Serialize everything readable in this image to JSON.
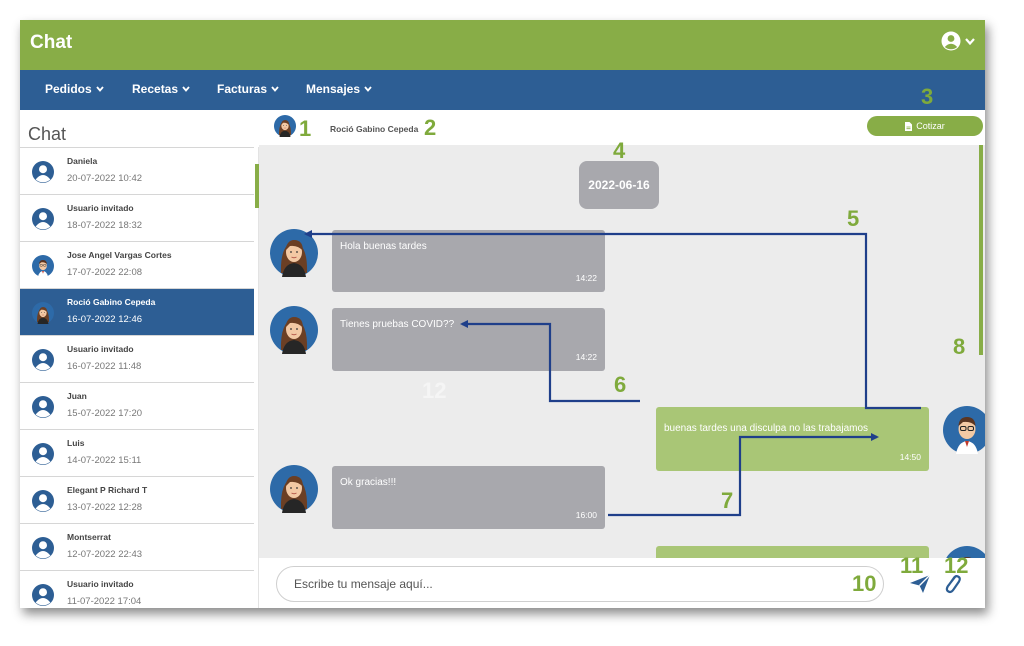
{
  "app": {
    "title": "Chat"
  },
  "nav": {
    "items": [
      {
        "label": "Pedidos"
      },
      {
        "label": "Recetas"
      },
      {
        "label": "Facturas"
      },
      {
        "label": "Mensajes"
      }
    ]
  },
  "sidebar": {
    "title": "Chat",
    "contacts": [
      {
        "name": "Daniela",
        "time": "20-07-2022 10:42"
      },
      {
        "name": "Usuario invitado",
        "time": "18-07-2022 18:32"
      },
      {
        "name": "Jose Angel Vargas Cortes",
        "time": "17-07-2022 22:08"
      },
      {
        "name": "Roció Gabino Cepeda",
        "time": "16-07-2022 12:46"
      },
      {
        "name": "Usuario invitado",
        "time": "16-07-2022 11:48"
      },
      {
        "name": "Juan",
        "time": "15-07-2022 17:20"
      },
      {
        "name": "Luis",
        "time": "14-07-2022 15:11"
      },
      {
        "name": "Elegant P Richard T",
        "time": "13-07-2022 12:28"
      },
      {
        "name": "Montserrat",
        "time": "12-07-2022 22:43"
      },
      {
        "name": "Usuario invitado",
        "time": "11-07-2022 17:04"
      }
    ]
  },
  "chat_header": {
    "name": "Roció Gabino Cepeda",
    "cotizar_label": "Cotizar"
  },
  "conversation": {
    "date": "2022-06-16",
    "messages": [
      {
        "text": "Hola buenas tardes",
        "time": "14:22",
        "direction": "in"
      },
      {
        "text": "Tienes pruebas COVID??",
        "time": "14:22",
        "direction": "in"
      },
      {
        "text": "buenas tardes una disculpa no las trabajamos",
        "time": "14:50",
        "direction": "out"
      },
      {
        "text": "Ok gracias!!!",
        "time": "16:00",
        "direction": "in"
      }
    ]
  },
  "composer": {
    "placeholder": "Escribe tu mensaje aquí..."
  },
  "annotations": {
    "n1": "1",
    "n2": "2",
    "n3": "3",
    "n4": "4",
    "n5": "5",
    "n6": "6",
    "n7": "7",
    "n8": "8",
    "n10": "10",
    "n11": "11",
    "n12": "12",
    "n12_ghost": "12"
  },
  "colors": {
    "green": "#88ad47",
    "blue": "#2d5e94",
    "bubble_in": "#a8a8ad",
    "bubble_out": "#a9c676",
    "annotation": "#7faa3c",
    "arrow": "#1f3f8a"
  },
  "icons": {
    "user": "user-circle-icon",
    "chevron": "chevron-down-icon",
    "file": "file-icon",
    "send": "send-icon",
    "attach": "paperclip-icon"
  }
}
